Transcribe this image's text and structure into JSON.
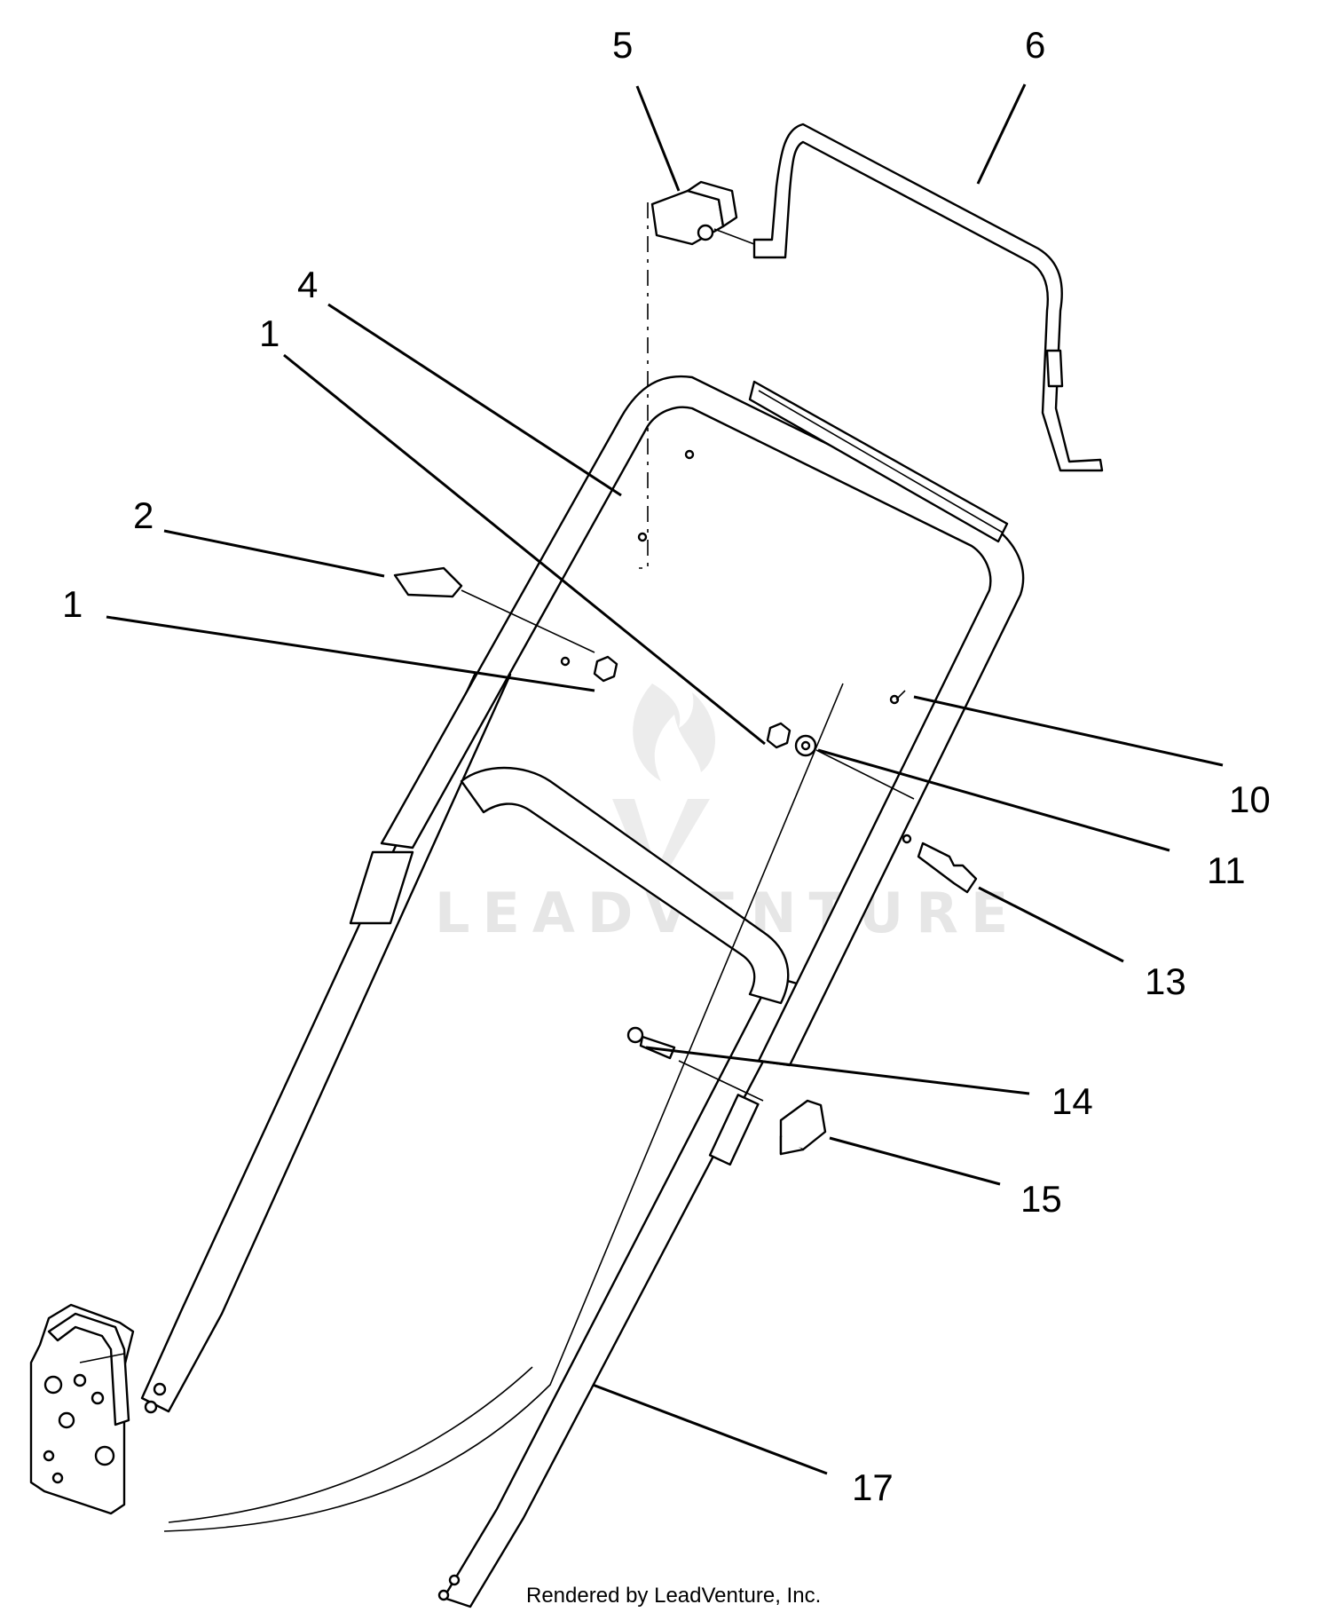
{
  "callouts": {
    "c5": "5",
    "c6": "6",
    "c4": "4",
    "c1a": "1",
    "c2": "2",
    "c1b": "1",
    "c10": "10",
    "c11": "11",
    "c13": "13",
    "c14": "14",
    "c15": "15",
    "c17": "17"
  },
  "watermark": {
    "brand": "LEADVENTURE"
  },
  "footer": {
    "credit": "Rendered by LeadVenture, Inc."
  }
}
